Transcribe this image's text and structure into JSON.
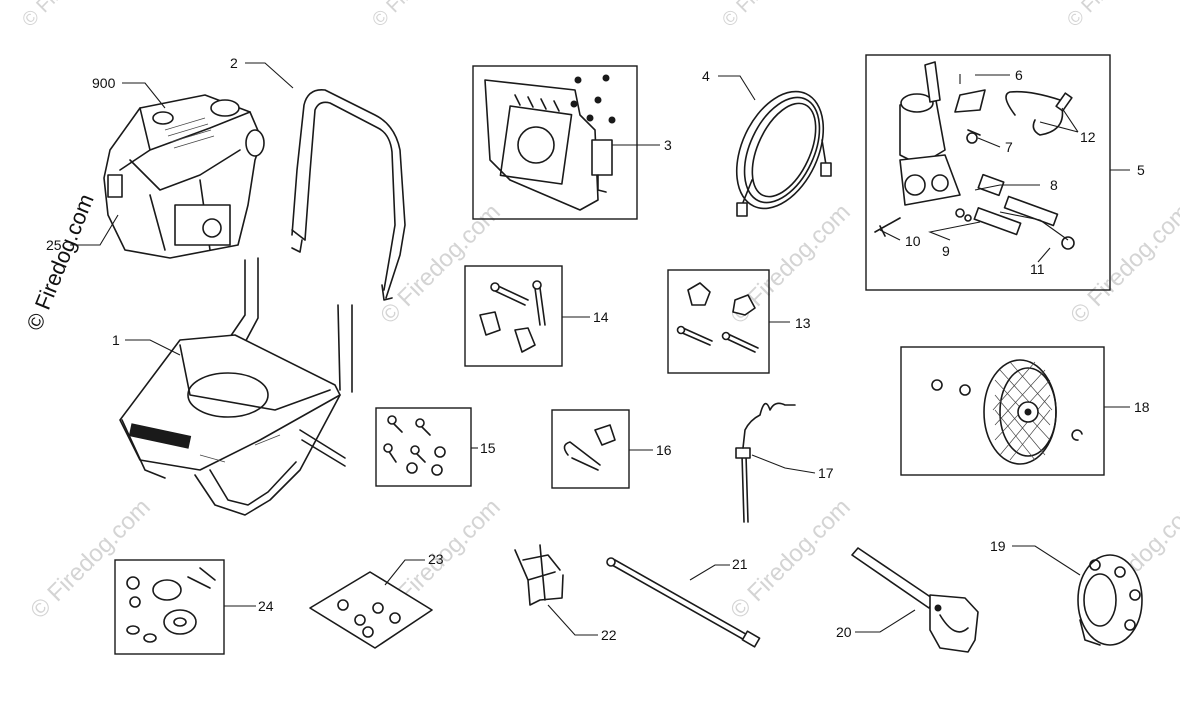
{
  "watermark": {
    "main_text": "© Firedog.com",
    "repeat_text": "© Firedog.com"
  },
  "callouts": {
    "c900": "900",
    "c25": "25",
    "c1": "1",
    "c2": "2",
    "c3": "3",
    "c4": "4",
    "c5": "5",
    "c6": "6",
    "c7": "7",
    "c8": "8",
    "c9": "9",
    "c10": "10",
    "c11": "11",
    "c12": "12",
    "c13": "13",
    "c14": "14",
    "c15": "15",
    "c16": "16",
    "c17": "17",
    "c18": "18",
    "c19": "19",
    "c20": "20",
    "c21": "21",
    "c22": "22",
    "c23": "23",
    "c24": "24"
  },
  "colors": {
    "line": "#1a1a1a",
    "watermark": "#d4d4d4",
    "background": "#ffffff"
  }
}
